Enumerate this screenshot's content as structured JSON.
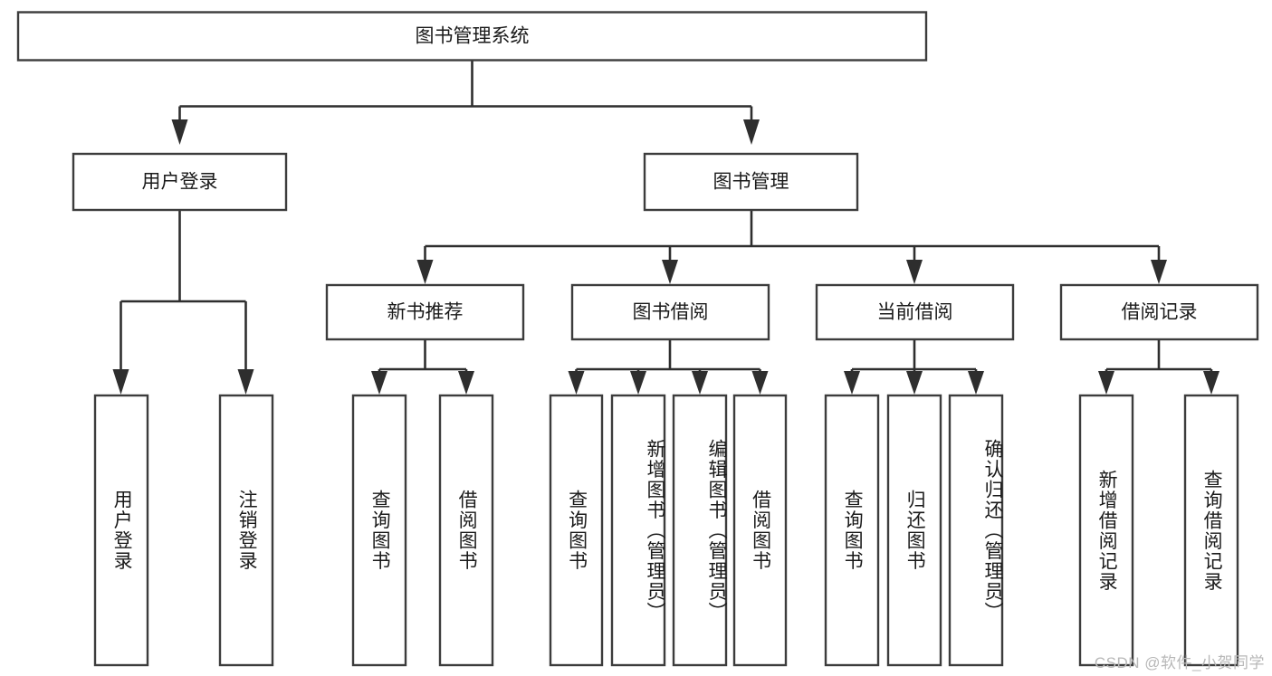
{
  "diagram": {
    "type": "tree-hierarchy",
    "title": "图书管理系统",
    "orientation": "top-down",
    "root": {
      "label": "图书管理系统"
    },
    "level2": [
      {
        "label": "用户登录"
      },
      {
        "label": "图书管理"
      }
    ],
    "level3": [
      {
        "label": "新书推荐"
      },
      {
        "label": "图书借阅"
      },
      {
        "label": "当前借阅"
      },
      {
        "label": "借阅记录"
      }
    ],
    "leaves": {
      "user_login": [
        {
          "label": "用户登录"
        },
        {
          "label": "注销登录"
        }
      ],
      "new_book_recommend": [
        {
          "label": "查询图书"
        },
        {
          "label": "借阅图书"
        }
      ],
      "book_borrow": [
        {
          "label": "查询图书"
        },
        {
          "label": "新增图书（管理员）"
        },
        {
          "label": "编辑图书（管理员）"
        },
        {
          "label": "借阅图书"
        }
      ],
      "current_borrow": [
        {
          "label": "查询图书"
        },
        {
          "label": "归还图书"
        },
        {
          "label": "确认归还（管理员）"
        }
      ],
      "borrow_record": [
        {
          "label": "新增借阅记录"
        },
        {
          "label": "查询借阅记录"
        }
      ]
    }
  },
  "watermark": {
    "text": "CSDN @软件_小贺同学"
  },
  "colors": {
    "box_stroke": "#3c3c3c",
    "connector": "#2e2e2e",
    "text": "#1a1a1a",
    "background": "#ffffff",
    "watermark": "#b8b8b8"
  }
}
